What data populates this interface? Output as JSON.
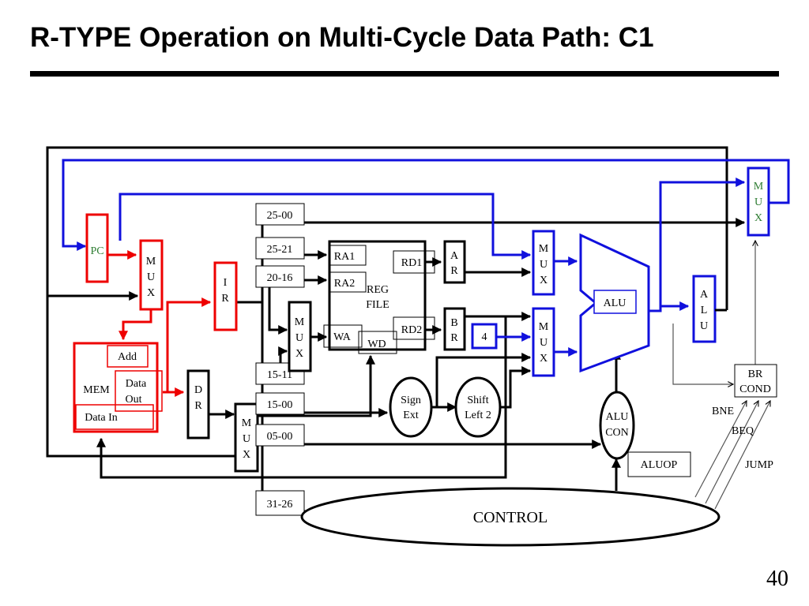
{
  "title": "R-TYPE Operation on Multi-Cycle Data Path: C1",
  "page_number": "40",
  "colors": {
    "active_path": "#ee0000",
    "alu_path": "#1010dd",
    "default_path": "#000000",
    "pc_label": "#2e7d32"
  },
  "labels": {
    "pc": "PC",
    "mux_letters": [
      "M",
      "U",
      "X"
    ],
    "ir": [
      "I",
      "R"
    ],
    "dr": [
      "D",
      "R"
    ],
    "a_reg": [
      "A",
      "R"
    ],
    "b_reg": [
      "B",
      "R"
    ],
    "alu_out": [
      "A",
      "L",
      "U"
    ],
    "mem": "MEM",
    "add": "Add",
    "data_out": [
      "Data",
      "Out"
    ],
    "data_in": "Data In",
    "ra1": "RA1",
    "ra2": "RA2",
    "wa": "WA",
    "wd": "WD",
    "rd1": "RD1",
    "rd2": "RD2",
    "reg_file": [
      "REG",
      "FILE"
    ],
    "alu": "ALU",
    "const_four": "4",
    "sign_ext": [
      "Sign",
      "Ext"
    ],
    "shift_left": [
      "Shift",
      "Left 2"
    ],
    "alu_con": [
      "ALU",
      "CON"
    ],
    "aluop": "ALUOP",
    "br_cond": [
      "BR",
      "COND"
    ],
    "bne": "BNE",
    "beq": "BEQ",
    "jump": "JUMP",
    "control": "CONTROL"
  },
  "fields": {
    "f25_00": "25-00",
    "f25_21": "25-21",
    "f20_16": "20-16",
    "f15_11": "15-11",
    "f15_00": "15-00",
    "f05_00": "05-00",
    "f31_26": "31-26"
  }
}
